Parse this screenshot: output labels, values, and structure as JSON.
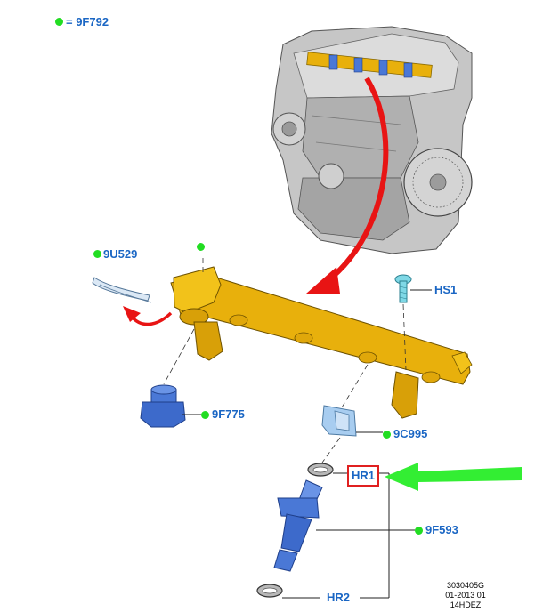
{
  "legend": {
    "text": "= 9F792",
    "marker_color": "#22dd22"
  },
  "labels": {
    "9U529": "9U529",
    "HS1": "HS1",
    "9F775": "9F775",
    "9C995": "9C995",
    "HR1": "HR1",
    "9F593": "9F593",
    "HR2": "HR2"
  },
  "reference": {
    "line1": "3030405G",
    "line2": "01-2013 01",
    "line3": "14HDEZ"
  },
  "colors": {
    "label_text": "#1a66c4",
    "marker": "#22dd22",
    "fuel_rail": "#e8b00c",
    "injector": "#4a78d6",
    "clip": "#a8cdf0",
    "callout_box": "#e02020",
    "arrow_red": "#e81414",
    "arrow_green": "#33ee33",
    "engine": "#b8b8b8"
  }
}
